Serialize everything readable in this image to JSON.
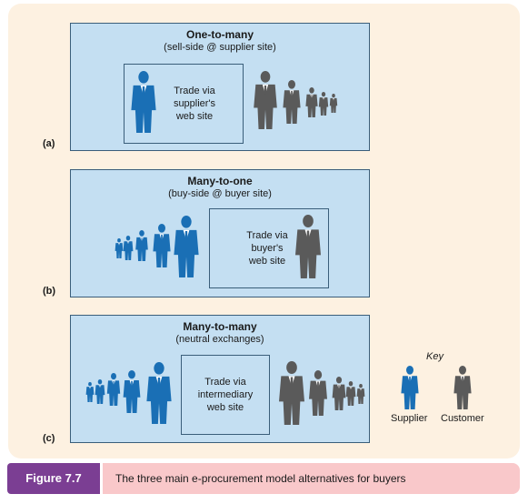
{
  "panels": [
    {
      "label": "(a)",
      "title": "One-to-many",
      "subtitle": "(sell-side @ supplier site)",
      "site_lines": [
        "Trade via",
        "supplier's",
        "web site"
      ]
    },
    {
      "label": "(b)",
      "title": "Many-to-one",
      "subtitle": "(buy-side @ buyer site)",
      "site_lines": [
        "Trade via",
        "buyer's",
        "web site"
      ]
    },
    {
      "label": "(c)",
      "title": "Many-to-many",
      "subtitle": "(neutral exchanges)",
      "site_lines": [
        "Trade via",
        "intermediary",
        "web site"
      ]
    }
  ],
  "key": {
    "title": "Key",
    "supplier": "Supplier",
    "customer": "Customer"
  },
  "figure": {
    "number": "Figure 7.7",
    "caption": "The three main e-procurement model alternatives for buyers"
  },
  "colors": {
    "supplier": "#1a6fb5",
    "customer": "#5a5a5a",
    "panel": "#c4dff2",
    "badge": "#7b3e93",
    "caption_bg": "#f9c8ca"
  }
}
